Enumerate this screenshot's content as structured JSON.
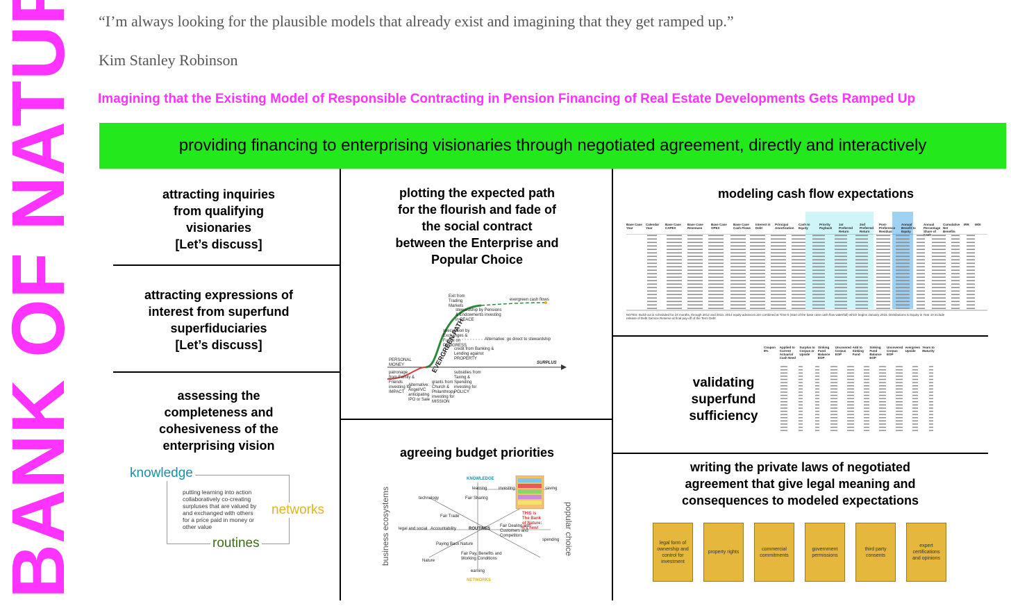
{
  "side_title": "BANK OF NATURE",
  "quote": "“I’m always looking for the plausible models that already exist and imagining that they get ramped up.”",
  "author": "Kim Stanley Robinson",
  "subtitle": "Imagining that the Existing Model of Responsible Contracting in Pension Financing of Real Estate Developments Gets Ramped Up",
  "banner": "providing financing to enterprising visionaries through negotiated agreement, directly and interactively",
  "colors": {
    "magenta": "#ff33ff",
    "green": "#22e81c",
    "gold": "#e6b73d",
    "teal": "#1a8fa8",
    "olive": "#3a6b1a",
    "yellow": "#e0b320"
  },
  "col1": {
    "cell1": [
      "attracting inquiries",
      "from qualifying",
      "visionaries",
      "[Let’s discuss]"
    ],
    "cell2": [
      "attracting expressions of",
      "interest from superfund",
      "superfiduciaries",
      "[Let’s discuss]"
    ],
    "cell3": [
      "assessing the",
      "completeness and",
      "cohesiveness of the",
      "enterprising vision"
    ],
    "triangle": {
      "knowledge": "knowledge",
      "networks": "networks",
      "routines": "routines",
      "text": [
        "putting learning into action",
        "collaboratively co-creating",
        "surpluses that are valued by",
        "and exchanged with others",
        "for a price paid in money or",
        "other value"
      ]
    }
  },
  "col2": {
    "cell1": [
      "plotting the expected path",
      "for the flourish and fade of",
      "the social contract",
      "between the Enterprise and",
      "Popular Choice"
    ],
    "path": {
      "main": "EVERGREEN PATH",
      "surplus": "SURPLUS",
      "evergreen_cash": "evergreen cash flows",
      "exit": "Exit from Trading Markets",
      "stewardship": "stewardship by Pensions & Endowments investing in PEACE",
      "speculation": "speculation by Exchanges & Funds on PROGRESS",
      "alternative": "Alternative: go direct to stewardship",
      "credit": "credit from Banking & Lending against PROPERTY",
      "subsidies": "subsidies from Taxing & Spending investing for POLICY",
      "grants": "grants from Church & Philanthropy investing for MISSION",
      "alt_angel": "Alternative: Angel/VC anticipating IPO or Sale",
      "patronage": "patronage from Family & Friends investing for IMPACT",
      "personal": "PERSONAL MONEY"
    },
    "cell2": "agreeing budget priorities",
    "budget": {
      "knowledge": "KNOWLEDGE",
      "networks": "NETWORKS",
      "routines": "ROUTINES",
      "learning": "learning",
      "investing": "investing",
      "saving": "saving",
      "technology": "technology",
      "legal_social": "legal and social",
      "nature": "Nature",
      "earning": "earning",
      "spending": "spending",
      "fair_sharing": "Fair Sharing",
      "fair_trade": "Fair Trade",
      "accountability": "Accountability",
      "paying_back": "Paying Back Nature",
      "fair_pay": "Fair Pay, Benefits and Working Conditions",
      "fair_dealing": "Fair Dealing with Customers and Competitors",
      "bank_note": "THIS is The Bank of Nature: It's new!",
      "business": "business ecosystems",
      "popular": "popular choice"
    }
  },
  "col3": {
    "cell1": "modeling cash flow expectations",
    "cell2": [
      "validating",
      "superfund",
      "sufficiency"
    ],
    "cell3": [
      "writing the private laws of negotiated",
      "agreement that give legal meaning and",
      "consequences to modeled expectations"
    ],
    "law_boxes": [
      "legal form of ownership and control for investment",
      "property rights",
      "commercial commitments",
      "government permissions",
      "third party consents",
      "expert certifications and opinions"
    ],
    "sheet1_headers": [
      "Base Case Year",
      "Calendar Year",
      "Base Case CAPEX",
      "Base Case Revenues",
      "Base Case OPEX",
      "Base Case Cash Flows",
      "Interest in Debt",
      "Principal Amortization",
      "Cash to Equity",
      "Priority Payback",
      "1st Preferred Return",
      "2nd Preferred Return",
      "Post-Preference Residual",
      "Annual Benefit to Equity",
      "Annual Percentage Share of Cash",
      "Cumulative Net Benefits",
      "IRR",
      "MOI"
    ],
    "sheet1_notes": "NOTES: Build-out is scheduled for 24 months, through 2012 and 2014. 2014 equity advances are combined at Time 0 (start of the base case cash flow waterfall) which begins January 2015. Distributions to Equity in Year 10 include release of Debt Service Reserve at final pay-off of the Term Debt",
    "sheet2_headers": [
      "Coupon 8%",
      "Applied to Current Actuarial Cash Need",
      "Surplus to Corpus or Upside",
      "Sinking Fund Balance EOP",
      "Uncovered Corpus EOP",
      "Add to Sinking Fund",
      "Sinking Fund Balance EOP",
      "Uncovered Corpus EOP",
      "evergreen Upside",
      "Years to Maturity"
    ]
  }
}
